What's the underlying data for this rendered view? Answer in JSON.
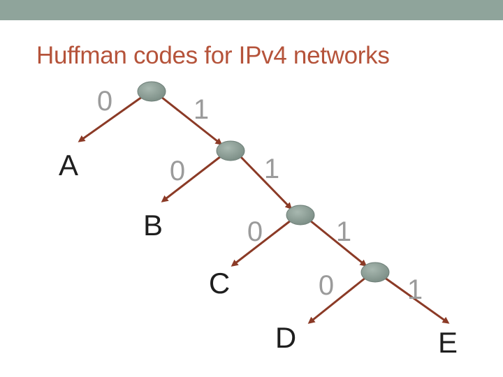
{
  "slide": {
    "title": "Huffman codes for IPv4 networks",
    "accent_color": "#8fa49b",
    "title_color": "#b5533a"
  },
  "tree": {
    "node_color": "#8a9a92",
    "edge_color": "#8b3a26",
    "internal_nodes": 4,
    "edges": [
      {
        "from": "n1",
        "to": "A",
        "bit": "0"
      },
      {
        "from": "n1",
        "to": "n2",
        "bit": "1"
      },
      {
        "from": "n2",
        "to": "B",
        "bit": "0"
      },
      {
        "from": "n2",
        "to": "n3",
        "bit": "1"
      },
      {
        "from": "n3",
        "to": "C",
        "bit": "0"
      },
      {
        "from": "n3",
        "to": "n4",
        "bit": "1"
      },
      {
        "from": "n4",
        "to": "D",
        "bit": "0"
      },
      {
        "from": "n4",
        "to": "E",
        "bit": "1"
      }
    ],
    "leaves": [
      "A",
      "B",
      "C",
      "D",
      "E"
    ]
  }
}
